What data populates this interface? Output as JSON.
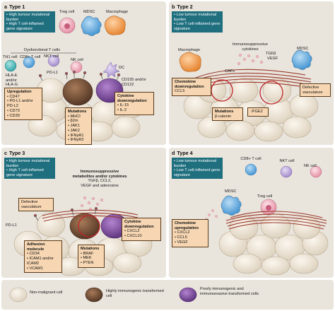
{
  "panels": {
    "a": {
      "letter": "a",
      "title": "Type 1",
      "summary": [
        "High tumour mutational burden",
        "High T cell-inflamed gene signature"
      ],
      "cells": {
        "treg": "Treg cell",
        "mdsc": "MDSC",
        "macrophage": "Macrophage",
        "dysfunctional": "Dysfunctional T cells",
        "th1": "TH1 cell",
        "cd8": "CD8+ T cell",
        "nkt": "NKT cell",
        "nk": "NK cell",
        "dc": "DC"
      },
      "markers": {
        "hla": "HLA-E and/or HLA-G",
        "pdl1": "PD-L1",
        "cd155": "CD155 and/or CD122"
      },
      "upregulation": {
        "heading": "Upregulation",
        "items": [
          "CD47",
          "PD-L1 and/or PD-L2",
          "CD73",
          "CD39"
        ]
      },
      "mutations": {
        "heading": "Mutations",
        "items": [
          "MHCI",
          "β2m",
          "JAK1",
          "JAK2",
          "IFNγR1",
          "IFNγR2"
        ]
      },
      "cytokine": {
        "heading": "Cytokine downregulation",
        "items": [
          "IL-15",
          "IL-2"
        ]
      }
    },
    "b": {
      "letter": "b",
      "title": "Type 2",
      "summary": [
        "Low tumour mutational burden",
        "Low T cell-inflamed gene signature"
      ],
      "macrophage": "Macrophage",
      "immuno": "Immunosuppressive cytokines",
      "tgfb": "TGFβ",
      "vegf": "VEGF",
      "mdsc": "MDSC",
      "cafs": "CAFs",
      "chemokine": {
        "heading": "Chemokine downregulation",
        "items": [
          "CCL5"
        ]
      },
      "mutations": {
        "heading": "Mutations",
        "items": [
          "β-catenin"
        ]
      },
      "pge2": "↑PGE2",
      "defective": "Defective vasculature"
    },
    "c": {
      "letter": "c",
      "title": "Type 3",
      "summary": [
        "High tumour mutational burden",
        "High T cell-inflamed gene signature"
      ],
      "immuno": [
        "Immunosuppressive",
        "metabolites and/or cytokines",
        "TGFβ, CCL2,",
        "VEGF and adenosine"
      ],
      "defective": "Defective vasculature",
      "pdl1": "PD-L1",
      "adhesion": {
        "heading": "Adhesion molecule",
        "items": [
          "CD34",
          "ICAM1 and/or ICAM2",
          "VCAM1"
        ]
      },
      "mutations": {
        "heading": "Mutations",
        "items": [
          "BRAF",
          "MEK",
          "PTEN"
        ]
      },
      "cytokine": {
        "heading": "Cytokine downregulation",
        "items": [
          "CXCL2",
          "CXCL10"
        ]
      }
    },
    "d": {
      "letter": "d",
      "title": "Type 4",
      "summary": [
        "Low tumour mutational burden",
        "Low T cell-inflamed gene signature"
      ],
      "cd8": "CD8+ T cell",
      "nkt": "NKT cell",
      "nk": "NK cell",
      "mdsc": "MDSC",
      "treg": "Treg cell",
      "chemokine": {
        "heading": "Chemokine upregulation",
        "items": [
          "CXCL2",
          "CCL5",
          "VEGF"
        ]
      }
    }
  },
  "legend": {
    "nonmalignant": "Non-malignant cell",
    "highly": "Highly immunogenic transformed cell",
    "poorly": "Poorly immunogenic and immunoevasive transformed cells"
  },
  "colors": {
    "panel_bg": "#e9e4dc",
    "teal": "#1f6f7f",
    "orange_box": "#f7d7b3",
    "tumour_cell": "#efe6d6",
    "brown_cell": "#6e4a33",
    "purple_cell": "#7a4a9a",
    "blue_cell": "#5aa7df",
    "pink_cell": "#f2a8b6",
    "orange_cell": "#f29a4a",
    "fibre": "#9b3a2c"
  }
}
